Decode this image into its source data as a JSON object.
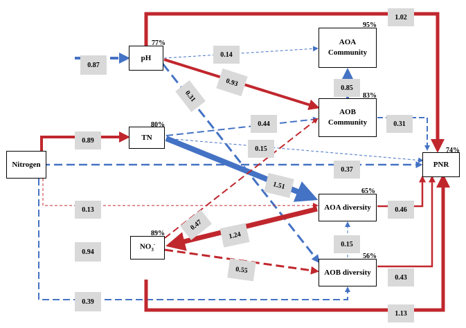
{
  "colors": {
    "positive": "#c0272d",
    "negative": "#4472c4",
    "label_bg": "#d9d9d9"
  },
  "nodes": {
    "nitrogen": {
      "label": "Nitrogen"
    },
    "ph": {
      "label": "pH",
      "pct": "77%"
    },
    "tn": {
      "label": "TN",
      "pct": "80%"
    },
    "no3": {
      "label": "NO",
      "sub": "3",
      "sup": "-",
      "pct": "89%"
    },
    "aoa_comm": {
      "line1": "AOA",
      "line2": "Community",
      "pct": "95%"
    },
    "aob_comm": {
      "line1": "AOB",
      "line2": "Community",
      "pct": "83%"
    },
    "aoa_div": {
      "label": "AOA diversity",
      "pct": "65%"
    },
    "aob_div": {
      "label": "AOB diversity",
      "pct": "56%"
    },
    "pnr": {
      "label": "PNR",
      "pct": "74%"
    }
  },
  "coefficients": {
    "c_087": "0.87",
    "c_014": "0.14",
    "c_093": "0.93",
    "c_031": "0.31",
    "c_102": "1.02",
    "c_085": "0.85",
    "c_089": "0.89",
    "c_044": "0.44",
    "c_015": "0.15",
    "c_031b": "0.31",
    "c_037": "0.37",
    "c_151": "1.51",
    "c_013": "0.13",
    "c_046": "0.46",
    "c_047": "0.47",
    "c_124": "1.24",
    "c_094": "0.94",
    "c_015b": "0.15",
    "c_055": "0.55",
    "c_043": "0.43",
    "c_039": "0.39",
    "c_113": "1.13"
  }
}
